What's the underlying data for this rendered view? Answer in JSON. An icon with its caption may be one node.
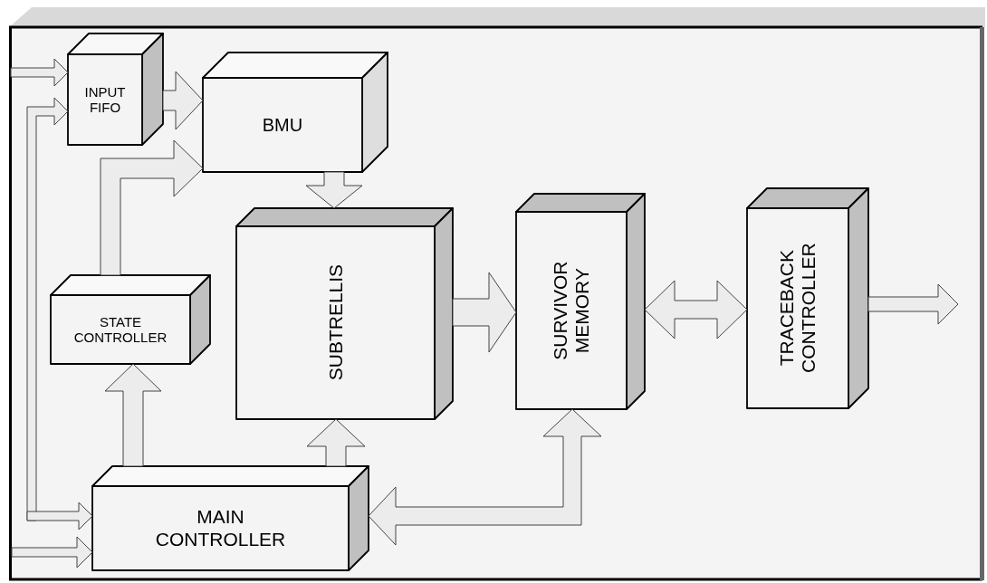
{
  "diagram": {
    "nodes": [
      {
        "text": [
          "INPUT FIFO"
        ]
      },
      {
        "text": [
          "BMU"
        ]
      },
      {
        "text": [
          "SUBTRELLIS"
        ]
      },
      {
        "text": [
          "SURVIVOR MEMORY"
        ]
      },
      {
        "text": [
          "TRACEBACK CONTROLLER"
        ]
      },
      {
        "text": [
          "STATE CONTROLLER"
        ]
      },
      {
        "text": [
          "MAIN CONTROLLER"
        ]
      }
    ],
    "edges": [
      {
        "from": null,
        "to": 0,
        "arrow": "to"
      },
      {
        "from": null,
        "to": 0,
        "arrow": "to"
      },
      {
        "from": null,
        "to": 6,
        "arrow": "to"
      },
      {
        "from": null,
        "to": 6,
        "arrow": "to"
      },
      {
        "from": 0,
        "to": 1,
        "arrow": "to"
      },
      {
        "from": 5,
        "to": 1,
        "arrow": "to"
      },
      {
        "from": 1,
        "to": 2,
        "arrow": "to"
      },
      {
        "from": 6,
        "to": 5,
        "arrow": "to"
      },
      {
        "from": 6,
        "to": 2,
        "arrow": "to"
      },
      {
        "from": 2,
        "to": 3,
        "arrow": "to"
      },
      {
        "from": 3,
        "to": 4,
        "arrow": "both"
      },
      {
        "from": 4,
        "to": null,
        "arrow": "to"
      },
      {
        "from": 6,
        "to": 3,
        "arrow": "both"
      }
    ]
  }
}
